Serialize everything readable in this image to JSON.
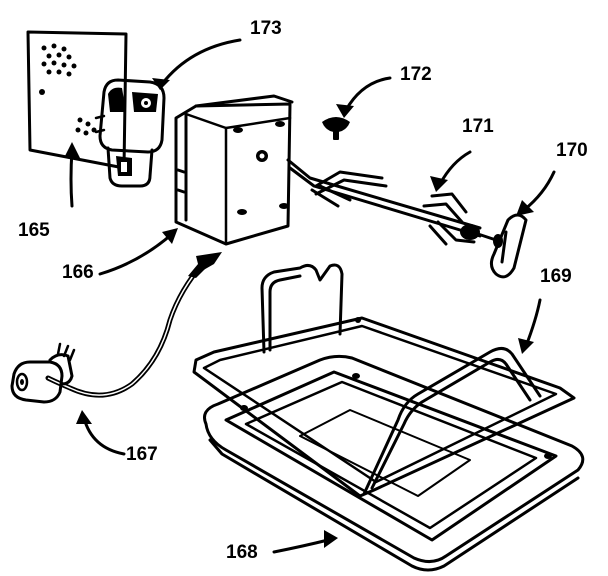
{
  "parts": [
    {
      "number": "165",
      "icon": "mounting-plate"
    },
    {
      "number": "166",
      "icon": "motor-housing"
    },
    {
      "number": "167",
      "icon": "power-cord"
    },
    {
      "number": "168",
      "icon": "drip-pan"
    },
    {
      "number": "169",
      "icon": "wire-rack"
    },
    {
      "number": "170",
      "icon": "spit-handle"
    },
    {
      "number": "171",
      "icon": "spit-fork"
    },
    {
      "number": "172",
      "icon": "screw"
    },
    {
      "number": "173",
      "icon": "receptacle"
    }
  ],
  "colors": {
    "ink": "#000000",
    "paper": "#ffffff"
  }
}
